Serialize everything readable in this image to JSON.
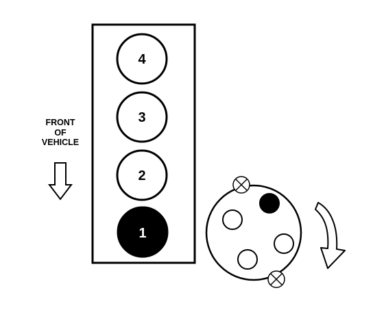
{
  "front_label": [
    "FRONT",
    "OF",
    "VEHICLE"
  ],
  "cylinders": [
    {
      "number": "4",
      "fired_first": false
    },
    {
      "number": "3",
      "fired_first": false
    },
    {
      "number": "2",
      "fired_first": false
    },
    {
      "number": "1",
      "fired_first": true
    }
  ],
  "distributor": {
    "terminal_count": 4,
    "active_terminal_count": 1,
    "mount_count": 2,
    "rotation": "clockwise"
  },
  "colors": {
    "stroke": "#000000",
    "fill_active": "#000000",
    "fill_inactive": "#ffffff",
    "text_on_active": "#ffffff",
    "text_on_inactive": "#000000"
  }
}
